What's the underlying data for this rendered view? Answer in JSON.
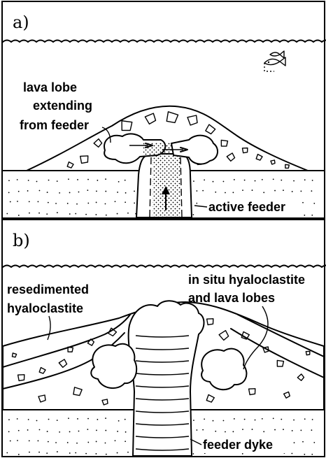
{
  "panels": [
    {
      "label": "a)",
      "annotations": {
        "lobe_line1": "lava lobe",
        "lobe_line2": "extending",
        "lobe_line3": "from feeder",
        "feeder": "active feeder"
      }
    },
    {
      "label": "b)",
      "annotations": {
        "resed_line1": "resedimented",
        "resed_line2": "hyaloclastite",
        "insitu_line1": "in situ hyaloclastite",
        "insitu_line2": "and lava lobes",
        "dyke": "feeder dyke"
      }
    }
  ],
  "colors": {
    "ink": "#000000",
    "background": "#ffffff"
  },
  "icons": [
    "fish-icon",
    "upward-flow-arrow-icon"
  ]
}
